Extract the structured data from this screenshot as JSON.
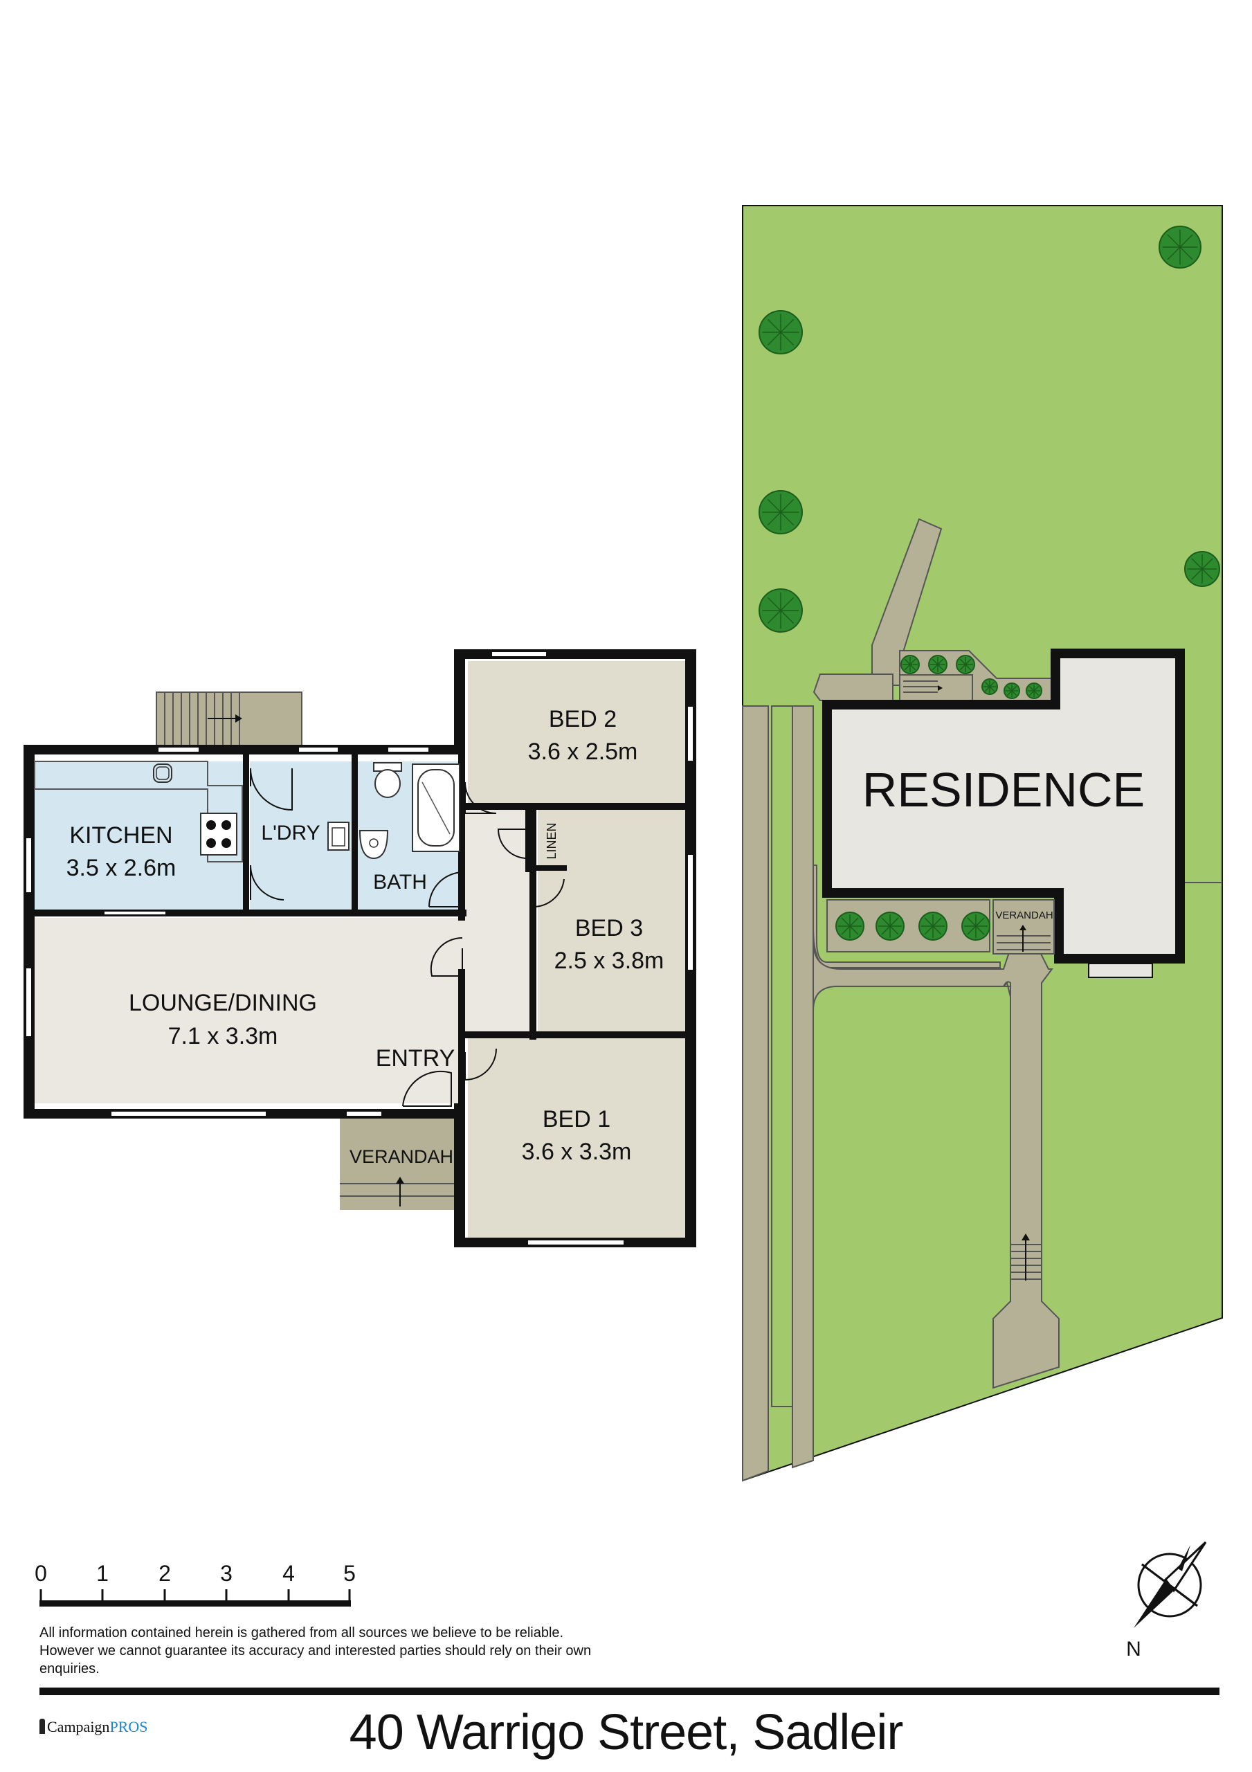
{
  "colors": {
    "wall": "#111111",
    "bedroom_fill": "#e0ddcf",
    "living_fill": "#ebe8e2",
    "wet_fill": "#d4e7f0",
    "verandah_fill": "#b4b197",
    "lawn": "#a2ca6c",
    "path": "#b4b197",
    "residence_fill": "#e8e6e1",
    "tree": "#2e8a2e",
    "logo_pros": "#1e88c8"
  },
  "rooms": {
    "kitchen": {
      "name": "KITCHEN",
      "size": "3.5 x 2.6m"
    },
    "laundry": {
      "name": "L'DRY"
    },
    "bath": {
      "name": "BATH"
    },
    "linen": {
      "name": "LINEN"
    },
    "bed2": {
      "name": "BED 2",
      "size": "3.6 x 2.5m"
    },
    "bed3": {
      "name": "BED 3",
      "size": "2.5 x 3.8m"
    },
    "bed1": {
      "name": "BED 1",
      "size": "3.6 x 3.3m"
    },
    "lounge": {
      "name": "LOUNGE/DINING",
      "size": "7.1 x 3.3m"
    },
    "entry": {
      "name": "ENTRY"
    },
    "verandah": {
      "name": "VERANDAH"
    }
  },
  "site": {
    "residence": "RESIDENCE",
    "verandah": "VERANDAH"
  },
  "scale": {
    "ticks": [
      "0",
      "1",
      "2",
      "3",
      "4",
      "5"
    ]
  },
  "compass": {
    "label": "N"
  },
  "disclaimer": "All information contained herein is gathered from all sources we believe to be reliable. However we cannot guarantee its accuracy and interested parties should rely on their own enquiries.",
  "address": "40 Warrigo Street, Sadleir",
  "logo": {
    "brand": "Campaign",
    "brand_accent": "PROS"
  }
}
